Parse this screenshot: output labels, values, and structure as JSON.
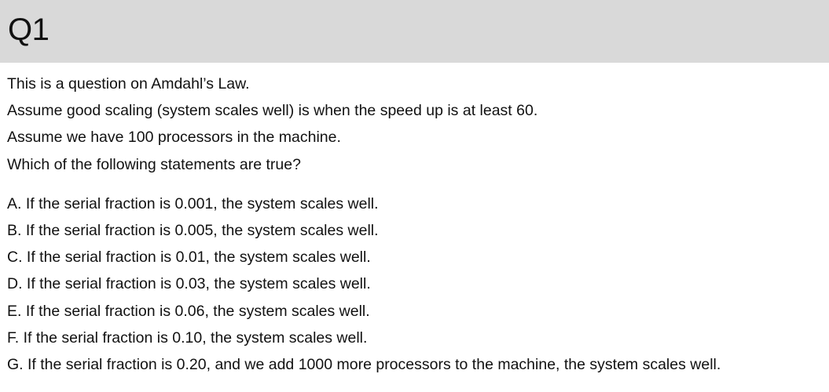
{
  "header": {
    "title": "Q1"
  },
  "intro": [
    "This is a question on Amdahl’s Law.",
    "Assume good scaling (system scales well) is when the speed up is at least 60.",
    "Assume we have 100 processors in the machine.",
    "Which of the following statements are true?"
  ],
  "options": [
    "A. If the serial fraction is 0.001, the system scales well.",
    "B. If the serial fraction is 0.005, the system scales well.",
    "C. If the serial fraction is 0.01, the system scales well.",
    "D. If the serial fraction is 0.03, the system scales well.",
    "E. If the serial fraction is 0.06, the system scales well.",
    "F. If the serial fraction is 0.10, the system scales well.",
    "G. If the serial fraction is 0.20, and we add 1000 more processors to the machine, the system scales well."
  ],
  "colors": {
    "header_background": "#d9d9d9",
    "text": "#111111",
    "page_background": "#ffffff"
  }
}
